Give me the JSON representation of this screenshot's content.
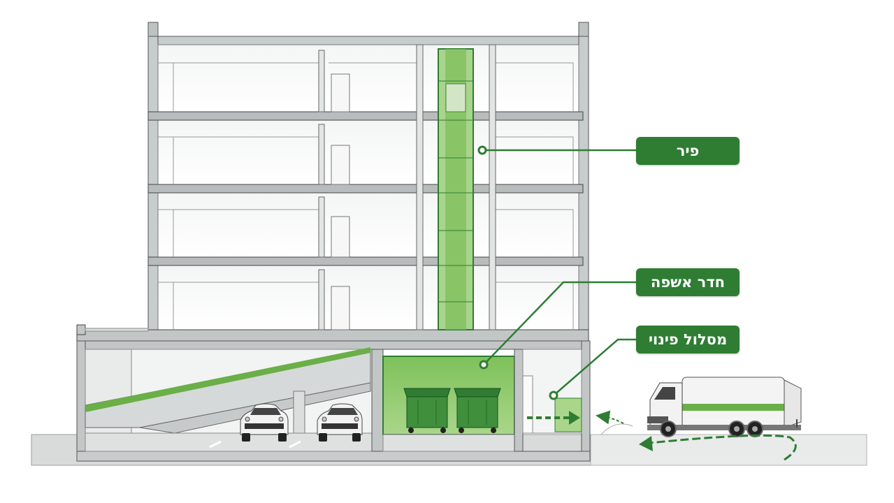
{
  "colors": {
    "accent": "#2e7d32",
    "accent_light": "#8cc36a",
    "concrete": "#cfd2d2",
    "outline": "#4a4a4a"
  },
  "labels": {
    "shaft": "פיר",
    "refuse_room": "חדר אשפה",
    "collection_route": "מסלול פינוי"
  }
}
